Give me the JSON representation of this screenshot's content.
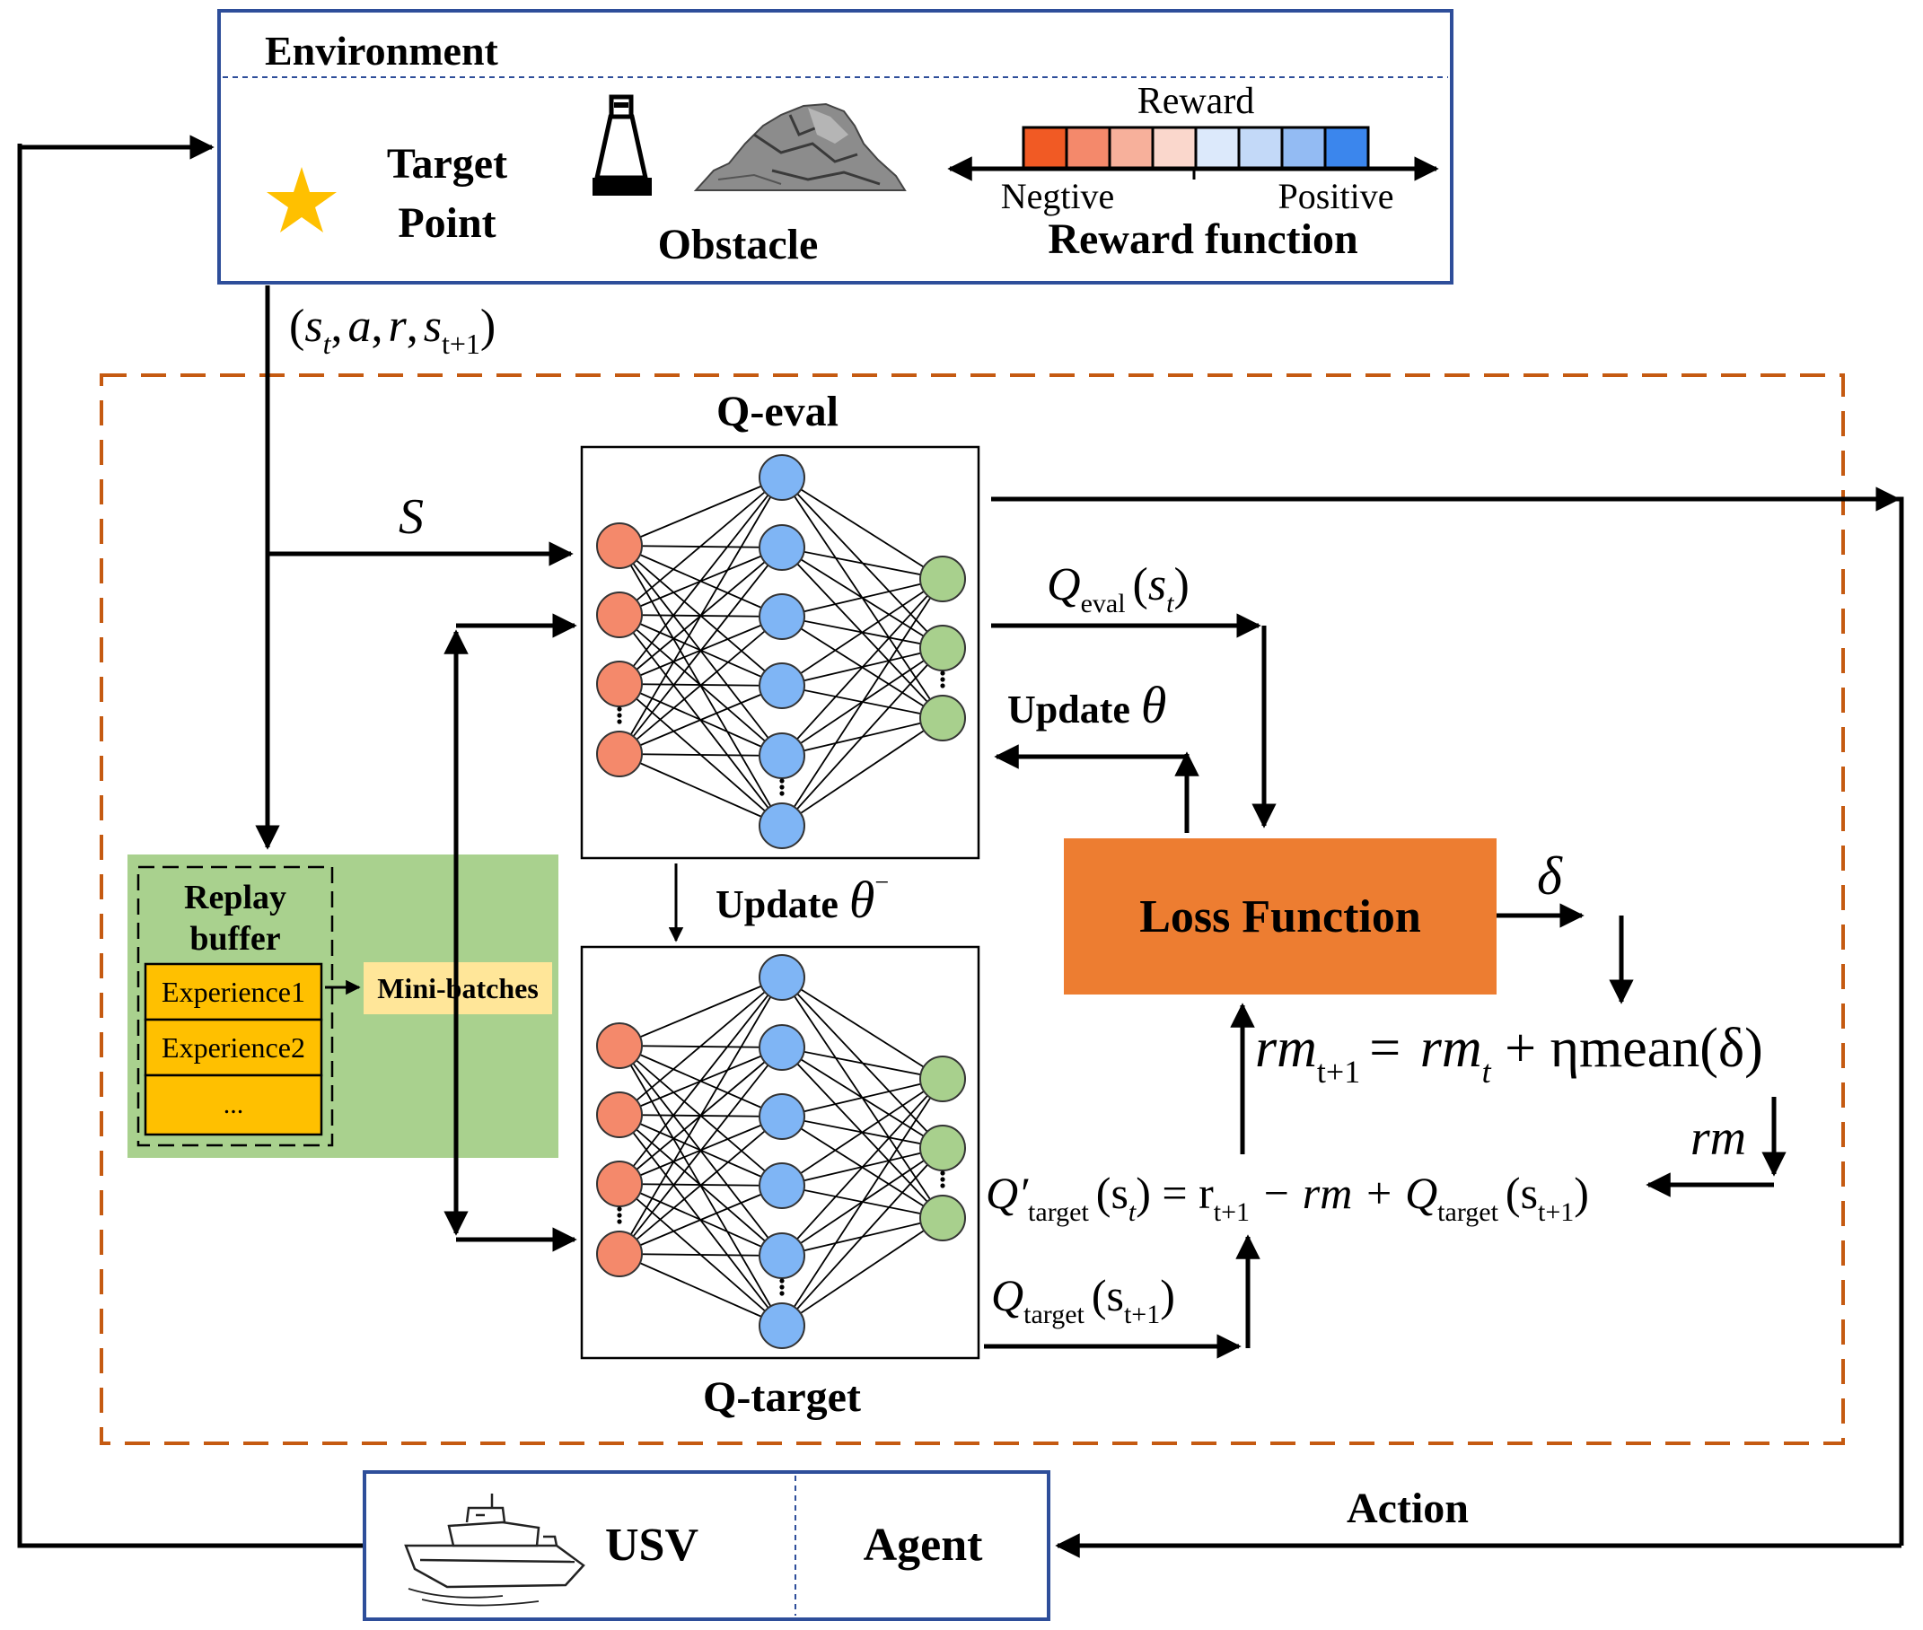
{
  "environment": {
    "title": "Environment",
    "target_label_line1": "Target",
    "target_label_line2": "Point",
    "obstacle_label": "Obstacle",
    "reward_title": "Reward",
    "reward_negative": "Negtive",
    "reward_positive": "Positive",
    "reward_function_label": "Reward function",
    "reward_colors": [
      "#f15a24",
      "#f4896b",
      "#f7b09b",
      "#fad7cc",
      "#dce9fb",
      "#c3d9f8",
      "#93bbf3",
      "#3b86ed"
    ],
    "icons": [
      "star-icon",
      "buoy-icon",
      "rock-icon"
    ]
  },
  "transition_label": {
    "open": "(",
    "s": "s",
    "t_sub": "t",
    "comma1": ",",
    "a": "a",
    "comma2": ",",
    "r": "r",
    "comma3": ",",
    "s2": "s",
    "t1_sub": "t+1",
    "close": ")"
  },
  "state_label": "S",
  "q_eval": {
    "title": "Q-eval",
    "node_colors": {
      "input": "#f4896b",
      "hidden": "#7fb5f5",
      "output": "#a8d08d"
    }
  },
  "q_target": {
    "title": "Q-target"
  },
  "replay": {
    "title_line1": "Replay",
    "title_line2": "buffer",
    "items": [
      "Experience1",
      "Experience2",
      "..."
    ],
    "minibatch_label": "Mini-batches",
    "panel_color": "#a9d18e",
    "item_color": "#ffc000",
    "minibatch_color": "#ffe699"
  },
  "update_theta_minus": {
    "text": "Update",
    "symbol": "θ",
    "sup": "−"
  },
  "update_theta": {
    "text": "Update",
    "symbol": "θ"
  },
  "q_eval_output": {
    "q": "Q",
    "sub": "eval",
    "open": "(",
    "s": "s",
    "t": "t",
    "close": ")"
  },
  "loss": {
    "label": "Loss Function",
    "color": "#ed7d31"
  },
  "delta": "δ",
  "rm_update": {
    "rm1": "rm",
    "sub1": "t+1",
    "eq": "= ",
    "rm2": "rm",
    "sub2": "t",
    "rest": " + ηmean(δ)"
  },
  "rm_label": "rm",
  "q_target_prime": {
    "q": "Q′",
    "sub": "target",
    "arg": "(s",
    "t": "t",
    "mid": ") = r",
    "t1": "t+1",
    "rest1": " − rm + Q",
    "sub2": "target",
    "arg2": "(s",
    "t2": "t+1",
    "close": ")"
  },
  "q_target_output": {
    "q": "Q",
    "sub": "target",
    "arg": "(s",
    "t": "t+1",
    "close": ")"
  },
  "action_label": "Action",
  "usv": {
    "usv_label": "USV",
    "agent_label": "Agent",
    "icons": [
      "boat-icon"
    ]
  }
}
